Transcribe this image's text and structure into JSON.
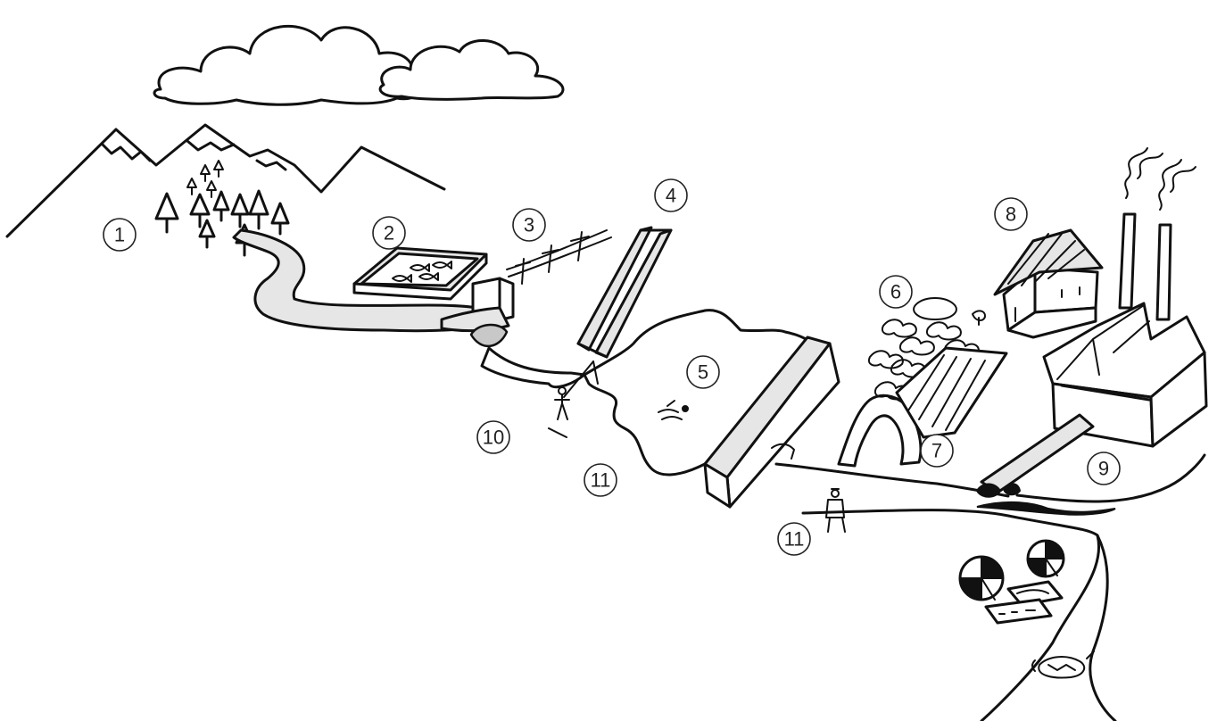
{
  "markers": [
    {
      "label": "1"
    },
    {
      "label": "2"
    },
    {
      "label": "3"
    },
    {
      "label": "4"
    },
    {
      "label": "5"
    },
    {
      "label": "6"
    },
    {
      "label": "7"
    },
    {
      "label": "8"
    },
    {
      "label": "9"
    },
    {
      "label": "10"
    },
    {
      "label": "11"
    },
    {
      "label": "11"
    }
  ],
  "colors": {
    "ink": "#111111",
    "water": "#e6e6e6",
    "paper": "#ffffff"
  }
}
